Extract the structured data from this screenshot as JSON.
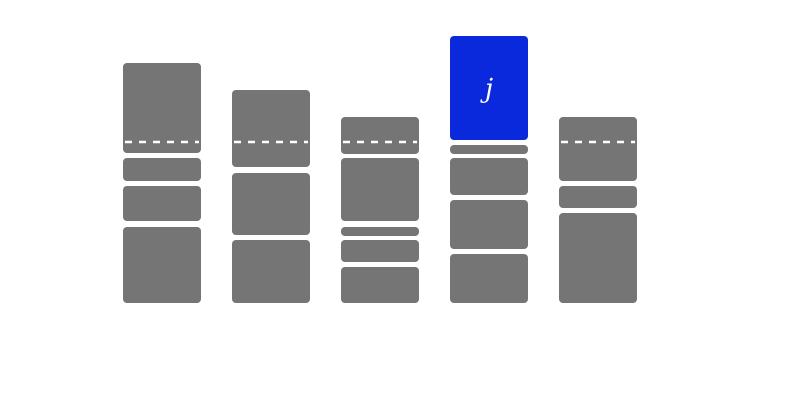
{
  "colors": {
    "background": "#ffffff",
    "block": "#757575",
    "highlight": "#0a29dd",
    "divider": "#ffffff"
  },
  "columns": [
    {
      "id": "col-1",
      "blocks": [
        {
          "label": ""
        },
        {
          "label": ""
        },
        {
          "label": ""
        },
        {
          "label": ""
        }
      ]
    },
    {
      "id": "col-2",
      "blocks": [
        {
          "label": ""
        },
        {
          "label": ""
        },
        {
          "label": ""
        }
      ]
    },
    {
      "id": "col-3",
      "blocks": [
        {
          "label": ""
        },
        {
          "label": ""
        },
        {
          "label": ""
        },
        {
          "label": ""
        },
        {
          "label": ""
        }
      ]
    },
    {
      "id": "col-4",
      "blocks": [
        {
          "label": "j",
          "highlighted": true
        },
        {
          "label": ""
        },
        {
          "label": ""
        },
        {
          "label": ""
        },
        {
          "label": ""
        }
      ]
    },
    {
      "id": "col-5",
      "blocks": [
        {
          "label": ""
        },
        {
          "label": ""
        },
        {
          "label": ""
        }
      ]
    }
  ],
  "highlight_label": "j"
}
